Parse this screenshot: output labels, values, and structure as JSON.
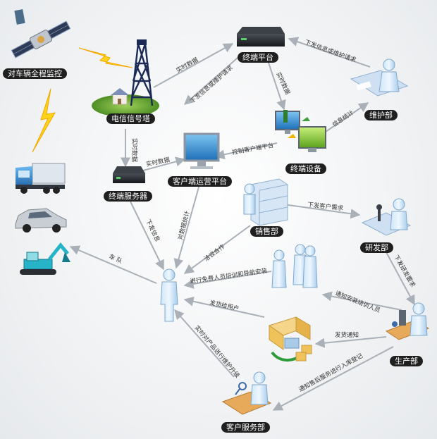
{
  "nodes": {
    "vehicle_monitor": "对车辆全程监控",
    "telecom_tower": "电信信号塔",
    "terminal_platform": "终端平台",
    "maintenance": "维护部",
    "terminal_device": "终端设备",
    "terminal_server": "终端服务器",
    "client_platform": "客户端运营平台",
    "sales": "销售部",
    "rnd": "研发部",
    "production": "生产部",
    "customer_service": "客户服务部"
  },
  "edges": {
    "tower_to_platform": "实时数据",
    "platform_to_tower": "下发信息或维护请求",
    "maint_to_platform": "下发信息或维护请求",
    "platform_to_device": "实时数据",
    "device_to_maint": "信息统计",
    "tower_to_server": "实时数据",
    "server_to_client": "实时数据",
    "device_to_client": "控制客户端平台",
    "sales_to_rnd": "下发客户需求",
    "rnd_to_prod": "下发研发要求",
    "server_to_person": "下发信息",
    "client_to_person": "对数据统计",
    "sales_to_person": "洽谈合作",
    "training_to_person": "进行免费人员培训和导航安装",
    "prod_to_training": "通知安装培训人员",
    "shipping_to_person": "发货给用户",
    "prod_to_shipping": "发货通知",
    "prod_to_cs": "通知售后服务进行入库登记",
    "cs_to_person": "实时对产品进行维护升级",
    "person_to_fleet": "车 队"
  }
}
